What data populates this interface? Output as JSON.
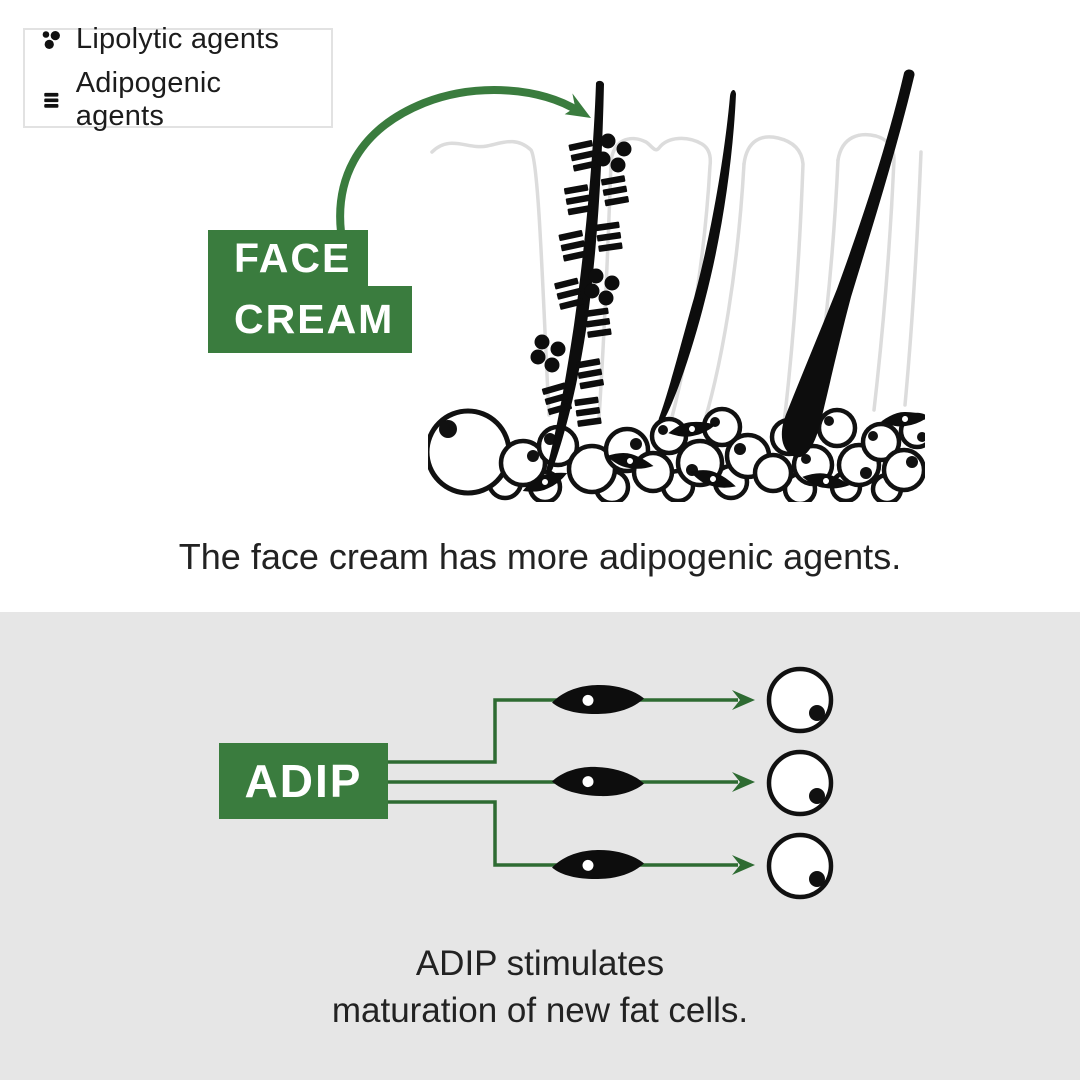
{
  "colors": {
    "accent": "#3A7C3E",
    "line_green": "#2E6B32",
    "panel": "#E6E6E6",
    "ink": "#111111"
  },
  "legend": {
    "items": [
      {
        "icon": "lipolytic-dots-icon",
        "label": "Lipolytic agents"
      },
      {
        "icon": "adipogenic-bars-icon",
        "label": "Adipogenic agents"
      }
    ]
  },
  "face_cream_label": {
    "line1": "FACE",
    "line2": "CREAM"
  },
  "caption_top": "The face cream has more adipogenic agents.",
  "skin_illustration": {
    "hair_count": 3,
    "adipogenic_bar_groups": 10,
    "lipolytic_dot_clusters": 3
  },
  "adip_label": "ADIP",
  "fat_diagram": {
    "branch_count": 3,
    "spindle_cells": 3,
    "mature_fat_cells": 3
  },
  "caption_bottom": {
    "line1": "ADIP stimulates",
    "line2": "maturation of new fat cells."
  }
}
